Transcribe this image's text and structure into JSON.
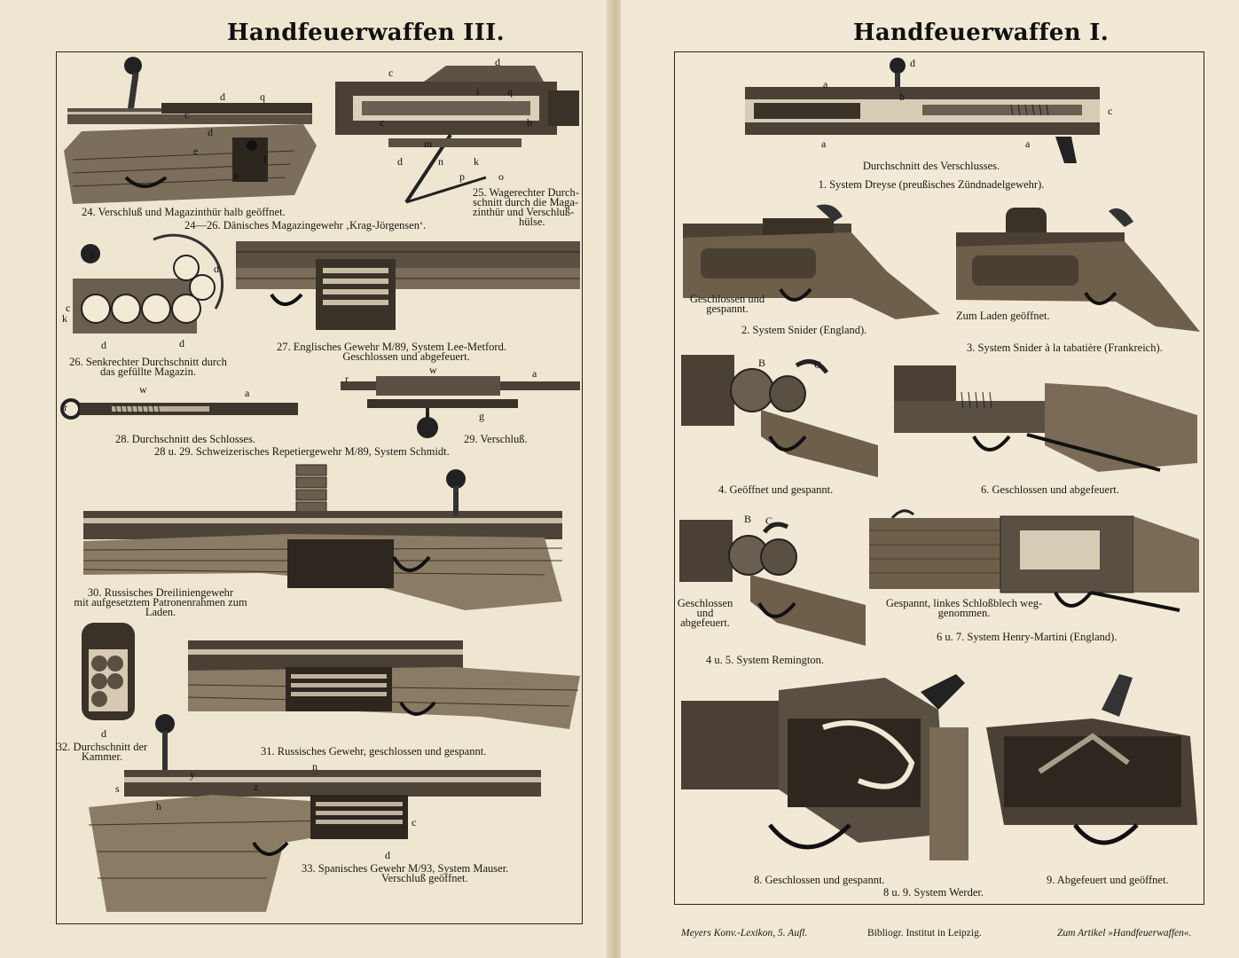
{
  "left": {
    "title": "Handfeuerwaffen III.",
    "captions": {
      "c24": "24. Verschluß und Magazinthür halb geöffnet.",
      "c24_26": "24—26. Dänisches Magazingewehr ‚Krag-Jörgensen‘.",
      "c25a": "25. Wagerechter Durch-",
      "c25b": "schnitt durch die Maga-",
      "c25c": "zinthür und Verschluß-",
      "c25d": "hülse.",
      "c26a": "26. Senkrechter Durchschnitt durch",
      "c26b": "das gefüllte Magazin.",
      "c27a": "27. Englisches Gewehr M/89, System Lee-Metford.",
      "c27b": "Geschlossen und abgefeuert.",
      "c28": "28. Durchschnitt des Schlosses.",
      "c29": "29. Verschluß.",
      "c28_29": "28 u. 29. Schweizerisches Repetiergewehr M/89, System Schmidt.",
      "c30a": "30. Russisches Dreiliniengewehr",
      "c30b": "mit aufgesetztem Patronenrahmen zum",
      "c30c": "Laden.",
      "c31": "31. Russisches Gewehr, geschlossen und gespannt.",
      "c32a": "32. Durchschnitt der",
      "c32b": "Kammer.",
      "c33a": "33. Spanisches Gewehr M/93, System Mauser.",
      "c33b": "Verschluß geöffnet."
    },
    "letters": {
      "l1": "d",
      "l2": "q",
      "l3": "c",
      "l4": "e",
      "l5": "d",
      "l6": "e",
      "l7": "f",
      "l8": "c",
      "l9": "d",
      "l10": "i",
      "l11": "q",
      "l12": "c",
      "l13": "b",
      "l14": "d",
      "l15": "n",
      "l16": "k",
      "l17": "p",
      "l18": "o",
      "l19": "m",
      "l20": "s",
      "l21": "d",
      "l22": "c",
      "l23": "k",
      "l24": "d",
      "l25": "d",
      "l26": "w",
      "l27": "r",
      "l28": "a",
      "l29": "w",
      "l30": "r",
      "l31": "a",
      "l32": "g",
      "l33": "d",
      "l34": "n",
      "l35": "s",
      "l36": "h",
      "l37": "y",
      "l38": "z",
      "l39": "d",
      "l40": "c"
    }
  },
  "right": {
    "title": "Handfeuerwaffen I.",
    "captions": {
      "c1a": "Durchschnitt des Verschlusses.",
      "c1b": "1. System Dreyse (preußisches Zündnadelgewehr).",
      "c2a": "Geschlossen und",
      "c2b": "gespannt.",
      "c2c": "2. System Snider (England).",
      "c3a": "Zum Laden geöffnet.",
      "c3b": "3. System Snider à la tabatière (Frankreich).",
      "c4": "4. Geöffnet und gespannt.",
      "c6": "6. Geschlossen und abgefeuert.",
      "c5a": "Geschlossen",
      "c5b": "und",
      "c5c": "abgefeuert.",
      "c7a": "Gespannt, linkes Schloßblech weg-",
      "c7b": "genommen.",
      "c6_7": "6 u. 7. System Henry-Martini (England).",
      "c4_5": "4 u. 5. System Remington.",
      "c8": "8. Geschlossen und gespannt.",
      "c9": "9. Abgefeuert und geöffnet.",
      "c8_9": "8 u. 9. System Werder."
    },
    "letters": {
      "r1": "d",
      "r2": "a",
      "r3": "b",
      "r4": "c",
      "r5": "a",
      "r6": "a",
      "r7": "B",
      "r8": "C",
      "r9": "B",
      "r10": "C"
    },
    "footer": {
      "left": "Meyers Konv.-Lexikon, 5. Aufl.",
      "center": "Bibliogr. Institut in Leipzig.",
      "right": "Zum Artikel »Handfeuerwaffen«."
    }
  }
}
